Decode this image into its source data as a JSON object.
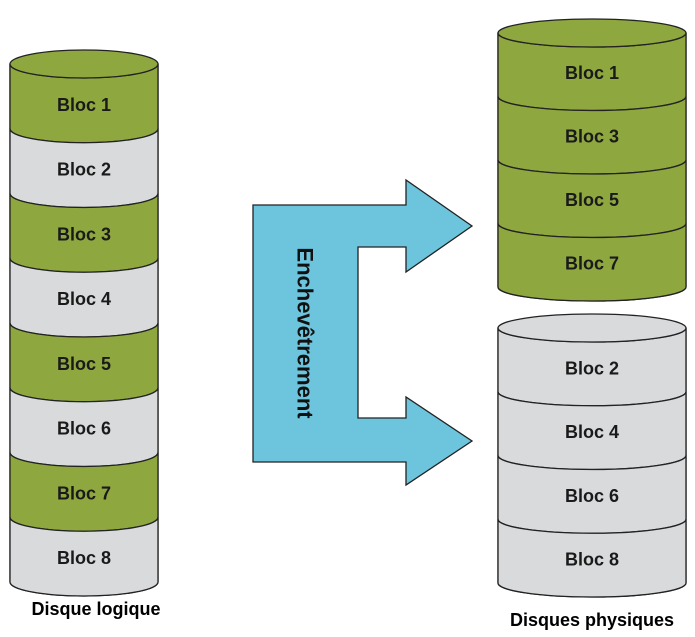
{
  "logical_disk": {
    "label": "Disque logique",
    "blocks": [
      {
        "label": "Bloc 1",
        "color": "#8fa73f"
      },
      {
        "label": "Bloc 2",
        "color": "#d8dadc"
      },
      {
        "label": "Bloc 3",
        "color": "#8fa73f"
      },
      {
        "label": "Bloc 4",
        "color": "#d8dadc"
      },
      {
        "label": "Bloc 5",
        "color": "#8fa73f"
      },
      {
        "label": "Bloc 6",
        "color": "#d8dadc"
      },
      {
        "label": "Bloc 7",
        "color": "#8fa73f"
      },
      {
        "label": "Bloc 8",
        "color": "#d8dadc"
      }
    ]
  },
  "physical_disks": {
    "label": "Disques physiques",
    "disk_green": {
      "color": "#8fa73f",
      "blocks": [
        "Bloc 1",
        "Bloc 3",
        "Bloc 5",
        "Bloc 7"
      ]
    },
    "disk_grey": {
      "color": "#d8dadc",
      "blocks": [
        "Bloc 2",
        "Bloc 4",
        "Bloc 6",
        "Bloc 8"
      ]
    }
  },
  "arrow": {
    "label": "Enchevêtrement",
    "color": "#6cc5dc"
  }
}
